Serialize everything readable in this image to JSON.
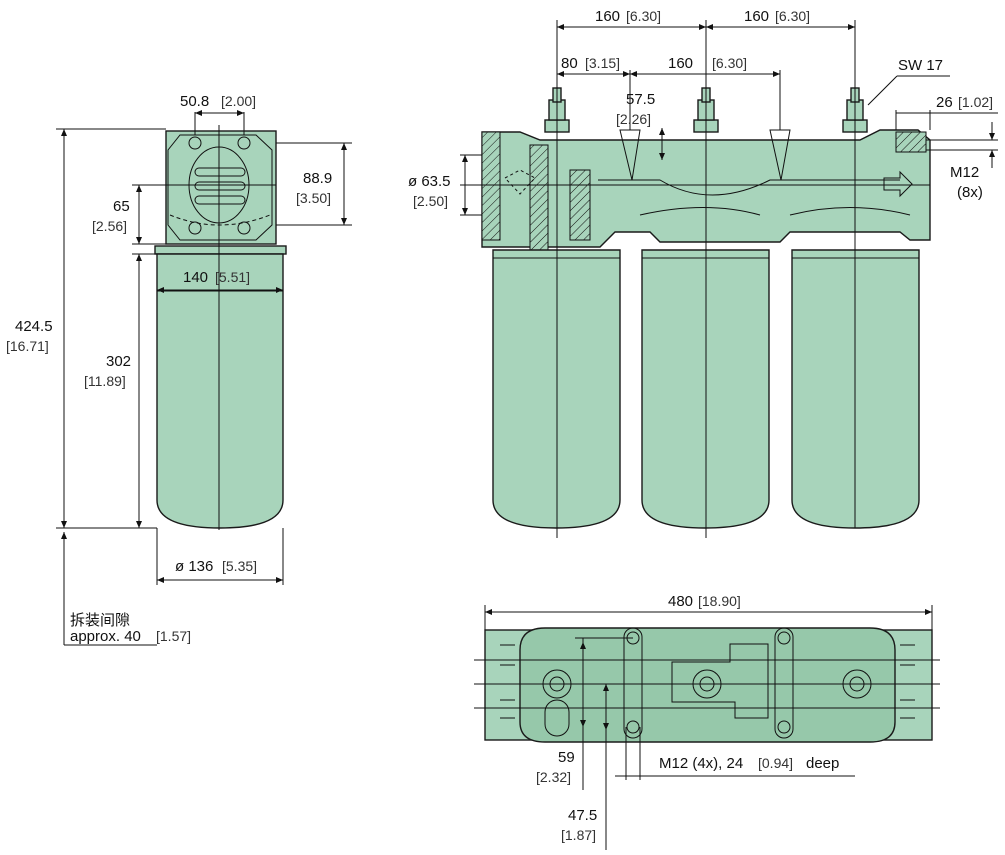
{
  "side_view": {
    "dim_top_width": "50.8",
    "dim_top_width_in": "[2.00]",
    "dim_flange_height": "88.9",
    "dim_flange_height_in": "[3.50]",
    "dim_port_height": "65",
    "dim_port_height_in": "[2.56]",
    "dim_body_width": "140",
    "dim_body_width_in": "[5.51]",
    "dim_total_height": "424.5",
    "dim_total_height_in": "[16.71]",
    "dim_bowl_height": "302",
    "dim_bowl_height_in": "[11.89]",
    "dim_bowl_dia": "ø 136",
    "dim_bowl_dia_in": "[5.35]",
    "removal_label_cn": "拆装间隙",
    "removal_label": "approx. 40",
    "removal_label_in": "[1.57]"
  },
  "front_view": {
    "dim_pitch_1": "160",
    "dim_pitch_1_in": "[6.30]",
    "dim_pitch_2": "160",
    "dim_pitch_2_in": "[6.30]",
    "dim_80": "80",
    "dim_80_in": "[3.15]",
    "dim_160_inner": "160",
    "dim_160_inner_in": "[6.30]",
    "dim_57": "57.5",
    "dim_57_in": "[2.26]",
    "dim_port_dia": "ø 63.5",
    "dim_port_dia_in": "[2.50]",
    "wrench_size": "SW 17",
    "dim_26": "26",
    "dim_26_in": "[1.02]",
    "thread_label": "M12",
    "thread_count": "(8x)"
  },
  "top_view": {
    "dim_length": "480",
    "dim_length_in": "[18.90]",
    "dim_59": "59",
    "dim_59_in": "[2.32]",
    "dim_47": "47.5",
    "dim_47_in": "[1.87]",
    "mount_thread_label": "M12 (4x), 24",
    "mount_thread_in": "[0.94]",
    "mount_thread_suffix": "deep"
  }
}
